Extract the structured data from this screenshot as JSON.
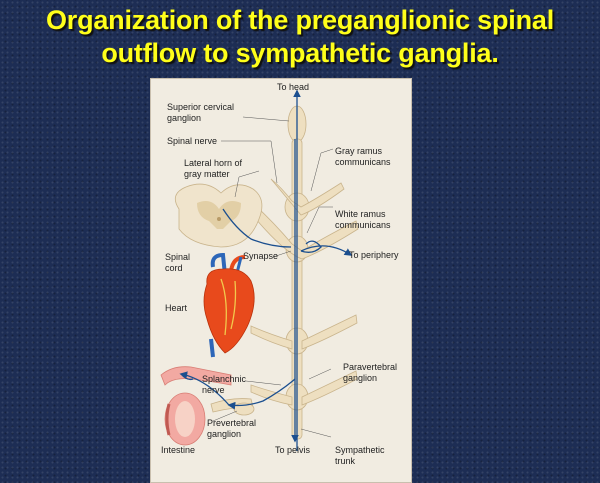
{
  "slide": {
    "title": "Organization of the preganglionic spinal outflow to sympathetic ganglia."
  },
  "figure": {
    "labels": {
      "to_head": "To head",
      "superior_cervical_ganglion": "Superior cervical\nganglion",
      "spinal_nerve": "Spinal nerve",
      "lateral_horn": "Lateral horn of\ngray matter",
      "gray_ramus": "Gray ramus\ncommunicans",
      "white_ramus": "White ramus\ncommunicans",
      "spinal_cord": "Spinal\ncord",
      "synapse": "Synapse",
      "to_periphery": "To periphery",
      "heart": "Heart",
      "paravertebral_ganglion": "Paravertebral\nganglion",
      "splanchnic_nerve": "Splanchnic\nnerve",
      "prevertebral_ganglion": "Prevertebral\nganglion",
      "intestine": "Intestine",
      "to_pelvis": "To pelvis",
      "sympathetic_trunk": "Sympathetic\ntrunk"
    },
    "colors": {
      "background": "#1d2d54",
      "title": "#ffff1a",
      "panel": "#f1ece1",
      "ganglion": "#eedfc0",
      "nerve": "#1b4f8f",
      "heart": "#e84a1c",
      "intestine": "#f2a9a2"
    }
  }
}
